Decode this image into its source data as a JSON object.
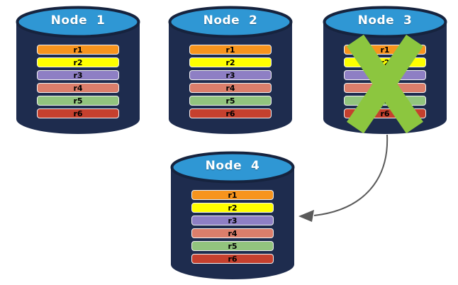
{
  "diagram": {
    "background": "#FFFFFF",
    "colors": {
      "cylinder_top": "#2F97D4",
      "cylinder_body": "#1E2C4E",
      "cylinder_border": "#16233E",
      "row_border": "#F2F2F2",
      "row_text": "#000000"
    },
    "nodes": [
      {
        "title": "Node  1",
        "failed": false,
        "rows": [
          {
            "label": "r1",
            "color": "#F7941D"
          },
          {
            "label": "r2",
            "color": "#FFFF00"
          },
          {
            "label": "r3",
            "color": "#8E7FC4"
          },
          {
            "label": "r4",
            "color": "#DB7E6B"
          },
          {
            "label": "r5",
            "color": "#92C47E"
          },
          {
            "label": "r6",
            "color": "#C5402E"
          }
        ]
      },
      {
        "title": "Node  2",
        "failed": false,
        "rows": [
          {
            "label": "r1",
            "color": "#F7941D"
          },
          {
            "label": "r2",
            "color": "#FFFF00"
          },
          {
            "label": "r3",
            "color": "#8E7FC4"
          },
          {
            "label": "r4",
            "color": "#DB7E6B"
          },
          {
            "label": "r5",
            "color": "#92C47E"
          },
          {
            "label": "r6",
            "color": "#C5402E"
          }
        ]
      },
      {
        "title": "Node  3",
        "failed": true,
        "rows": [
          {
            "label": "r1",
            "color": "#F7941D"
          },
          {
            "label": "r2",
            "color": "#FFFF00"
          },
          {
            "label": "r3",
            "color": "#8E7FC4"
          },
          {
            "label": "r4",
            "color": "#DB7E6B"
          },
          {
            "label": "r5",
            "color": "#92C47E"
          },
          {
            "label": "r6",
            "color": "#C5402E"
          }
        ]
      },
      {
        "title": "Node  4",
        "failed": false,
        "rows": [
          {
            "label": "r1",
            "color": "#F7941D"
          },
          {
            "label": "r2",
            "color": "#FFFF00"
          },
          {
            "label": "r3",
            "color": "#8E7FC4"
          },
          {
            "label": "r4",
            "color": "#DB7E6B"
          },
          {
            "label": "r5",
            "color": "#92C47E"
          },
          {
            "label": "r6",
            "color": "#C5402E"
          }
        ]
      }
    ],
    "failure_x": {
      "color": "#8CC63F",
      "node": "Node  3"
    },
    "arrow": {
      "color": "#5A5A5A",
      "from": "Node  3",
      "to": "Node  4"
    }
  }
}
